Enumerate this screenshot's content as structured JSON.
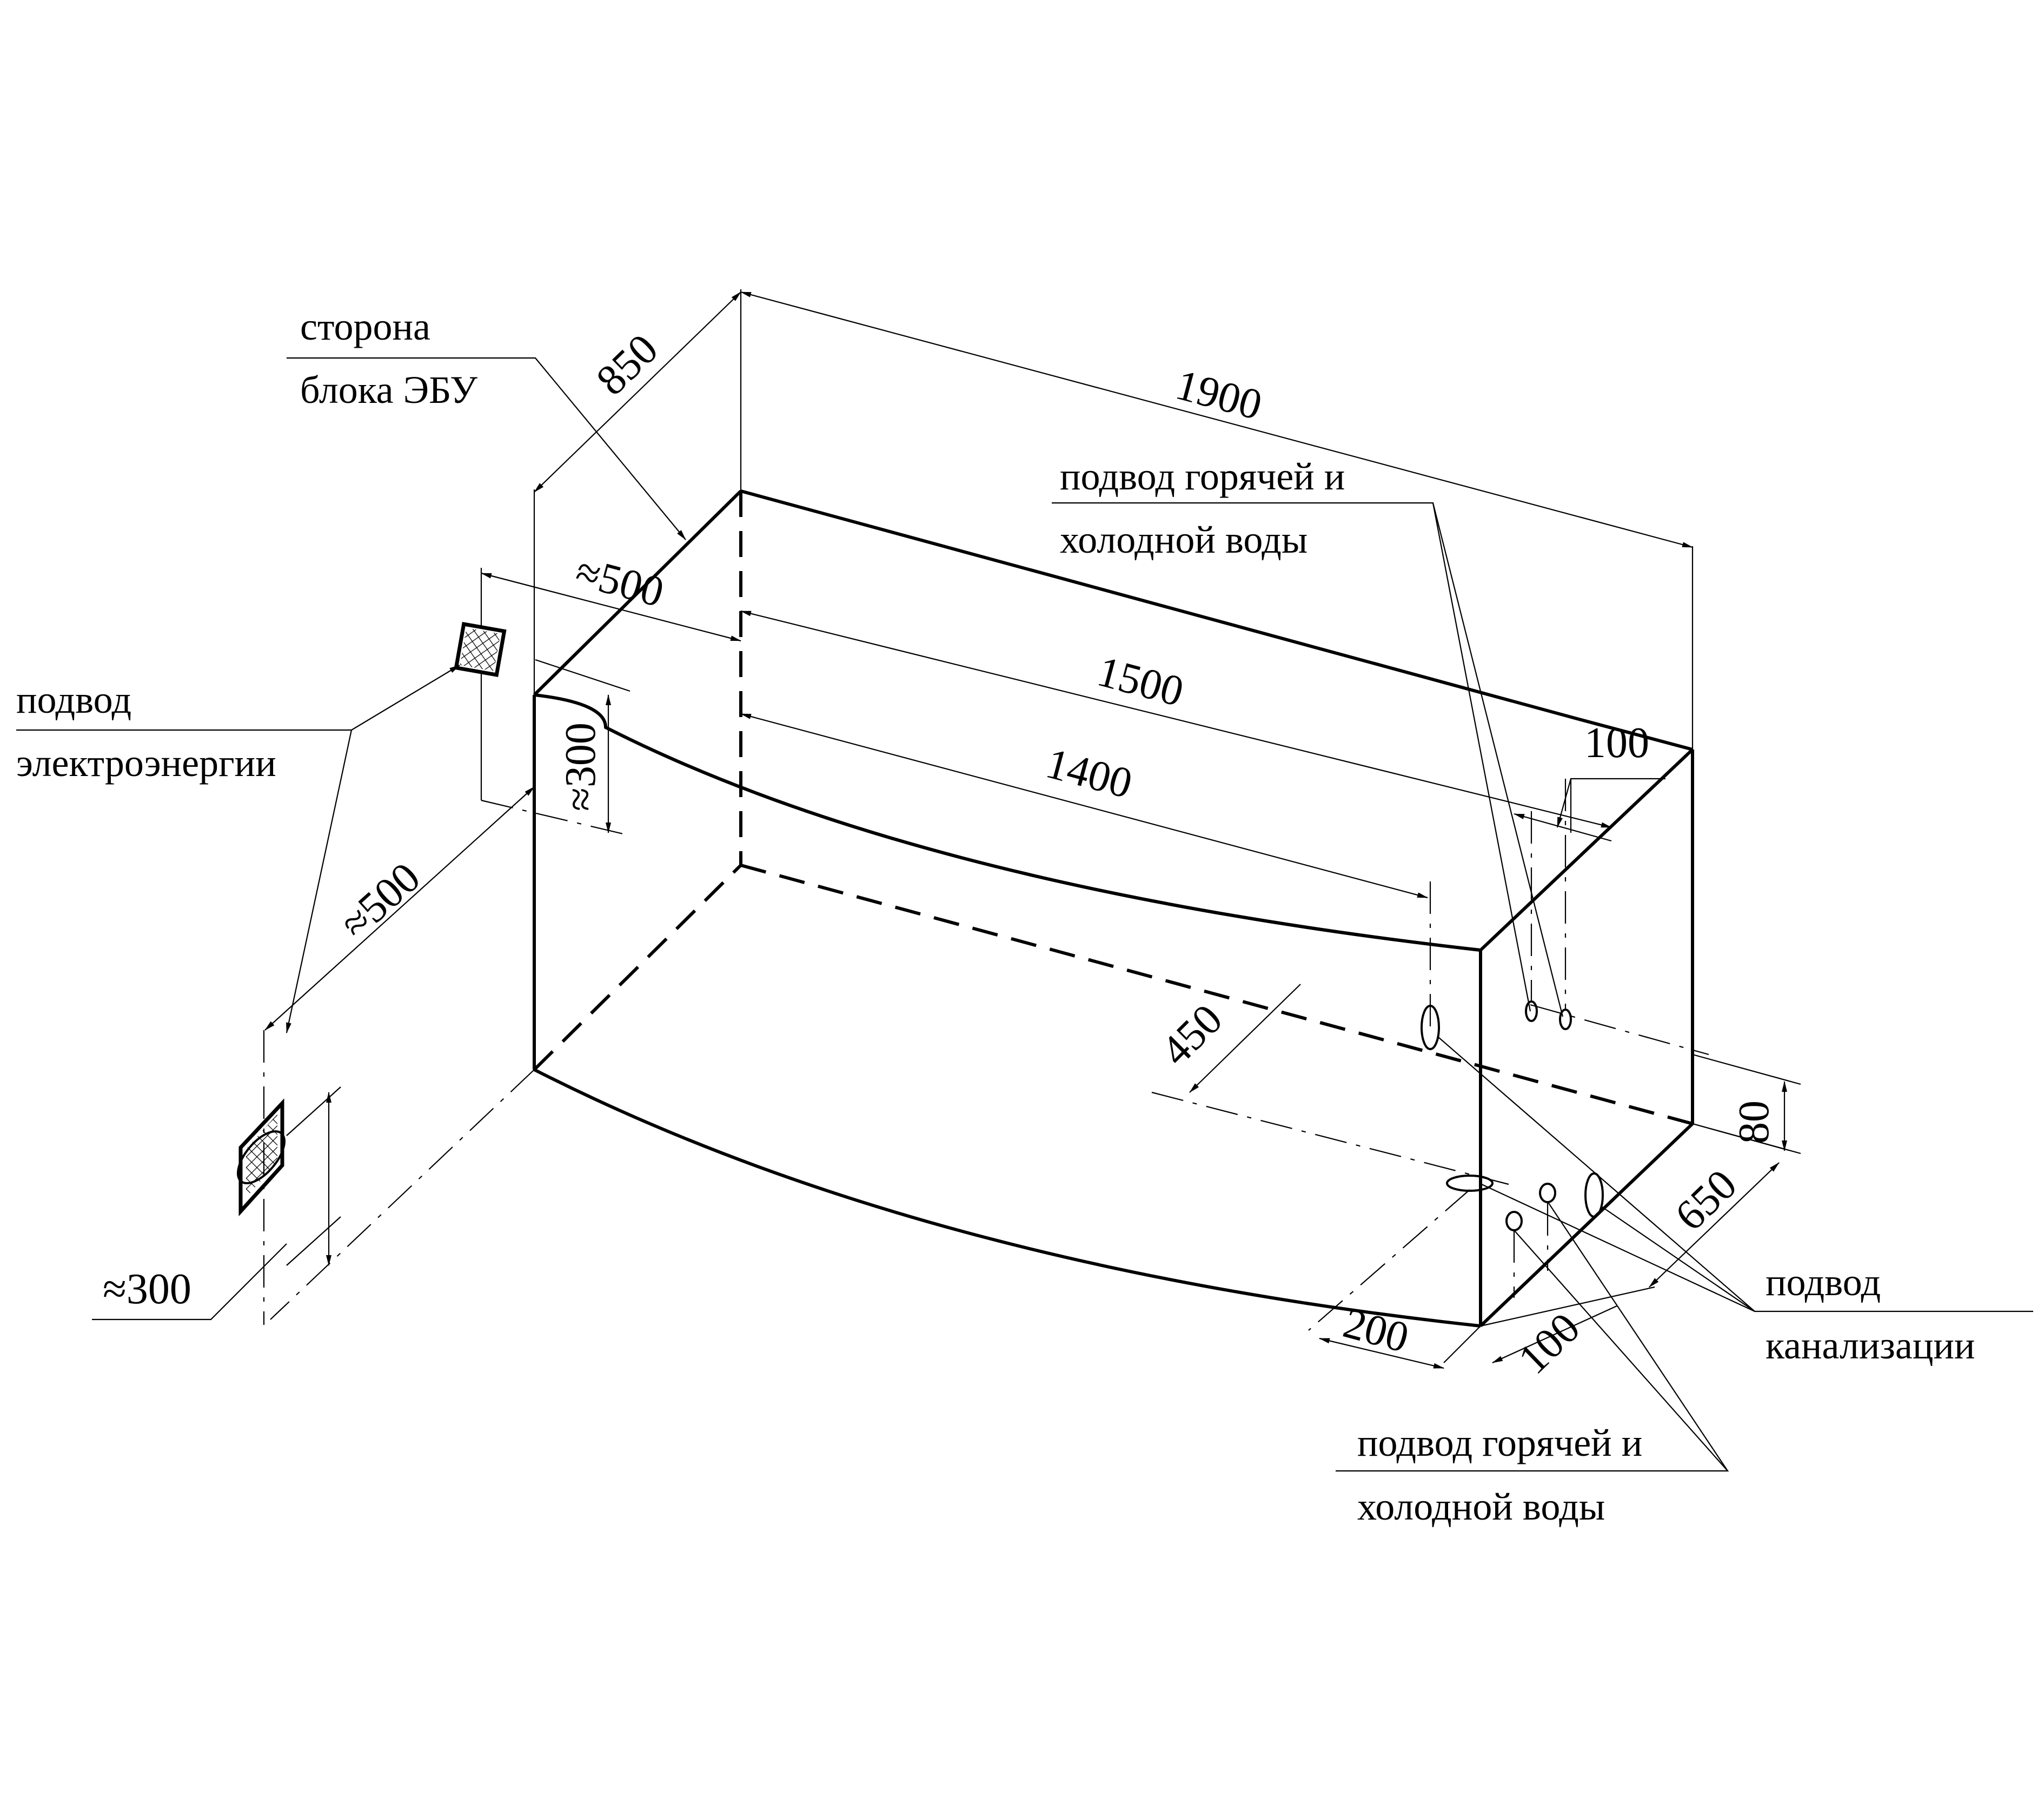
{
  "labels": {
    "ecu_side_line1": "сторона",
    "ecu_side_line2": "блока ЭБУ",
    "power_line1": "подвод",
    "power_line2": "электроэнергии",
    "water_top_line1": "подвод горячей и",
    "water_top_line2": "холодной воды",
    "sewer_line1": "подвод",
    "sewer_line2": "канализации",
    "water_bottom_line1": "подвод горячей и",
    "water_bottom_line2": "холодной воды"
  },
  "dimensions": {
    "length_total": "1900",
    "depth_850": "850",
    "dist_500_top": "≈500",
    "len_1500": "1500",
    "len_1400": "1400",
    "height_300_top": "≈300",
    "dist_500_side": "≈500",
    "height_300_bottom": "≈300",
    "d_100_top": "100",
    "d_450": "450",
    "d_80": "80",
    "d_650": "650",
    "d_200": "200",
    "d_100_bottom": "100"
  },
  "colors": {
    "line": "#000000",
    "background": "#ffffff"
  }
}
